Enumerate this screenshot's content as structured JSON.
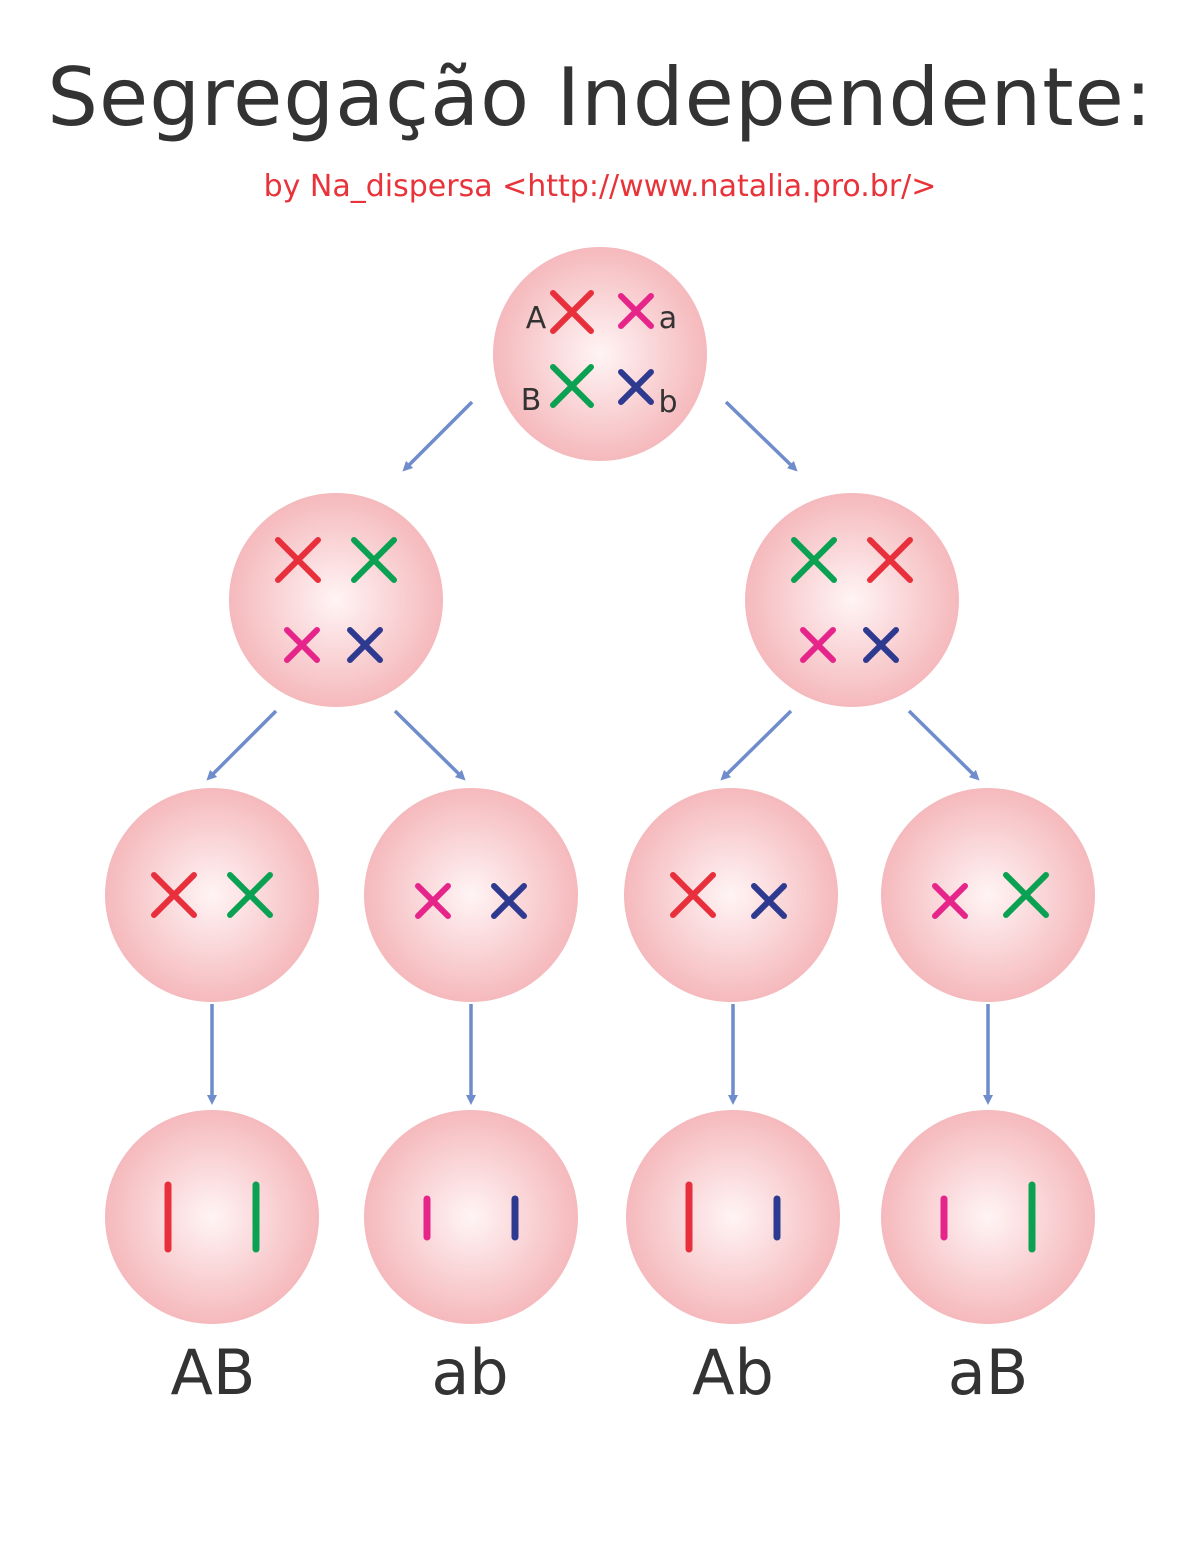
{
  "title": "Segregação Independente:",
  "subtitle": "by Na_dispersa <http://www.natalia.pro.br/>",
  "colors": {
    "A": "#e8303c",
    "B": "#0aa152",
    "a": "#e6258a",
    "b": "#2e3a8f",
    "arrow": "#6f8ccc",
    "cell_center": "#fff4f5",
    "cell_edge": "#f5b9bc"
  },
  "parent_cell": {
    "alleles": [
      {
        "symbol": "A",
        "label": "A"
      },
      {
        "symbol": "a",
        "label": "a"
      },
      {
        "symbol": "B",
        "label": "B"
      },
      {
        "symbol": "b",
        "label": "b"
      }
    ]
  },
  "meiosis_one": [
    {
      "top": [
        "A",
        "B"
      ],
      "bottom": [
        "a",
        "b"
      ]
    },
    {
      "top": [
        "B",
        "A"
      ],
      "bottom": [
        "a",
        "b"
      ]
    }
  ],
  "meiosis_two": [
    [
      "A",
      "B"
    ],
    [
      "a",
      "b"
    ],
    [
      "A",
      "b"
    ],
    [
      "a",
      "B"
    ]
  ],
  "gametes": [
    {
      "chromatids": [
        "A",
        "B"
      ],
      "label": "AB"
    },
    {
      "chromatids": [
        "a",
        "b"
      ],
      "label": "ab"
    },
    {
      "chromatids": [
        "A",
        "b"
      ],
      "label": "Ab"
    },
    {
      "chromatids": [
        "a",
        "B"
      ],
      "label": "aB"
    }
  ]
}
